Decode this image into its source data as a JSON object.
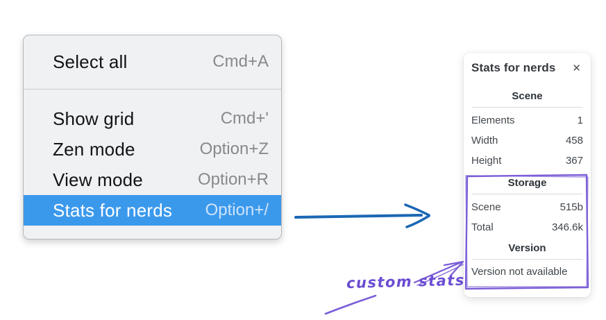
{
  "colors": {
    "menu_highlight": "#3b99ec",
    "menu_background": "#f0f1f2",
    "flow_arrow": "#1b67b4",
    "annotation": "#7b5ed7"
  },
  "menu": {
    "sections": [
      {
        "items": [
          {
            "label": "Select all",
            "shortcut": "Cmd+A"
          }
        ]
      },
      {
        "items": [
          {
            "label": "Show grid",
            "shortcut": "Cmd+'"
          },
          {
            "label": "Zen mode",
            "shortcut": "Option+Z"
          },
          {
            "label": "View mode",
            "shortcut": "Option+R"
          },
          {
            "label": "Stats for nerds",
            "shortcut": "Option+/",
            "state": "highlighted"
          }
        ]
      }
    ]
  },
  "stats_panel": {
    "title": "Stats for nerds",
    "close_glyph": "✕",
    "scene": {
      "header": "Scene",
      "rows": [
        {
          "label": "Elements",
          "value": "1"
        },
        {
          "label": "Width",
          "value": "458"
        },
        {
          "label": "Height",
          "value": "367"
        }
      ]
    },
    "storage": {
      "header": "Storage",
      "rows": [
        {
          "label": "Scene",
          "value": "515b"
        },
        {
          "label": "Total",
          "value": "346.6k"
        }
      ]
    },
    "version": {
      "header": "Version",
      "note": "Version not available"
    }
  },
  "annotation": {
    "label": "custom stats"
  }
}
